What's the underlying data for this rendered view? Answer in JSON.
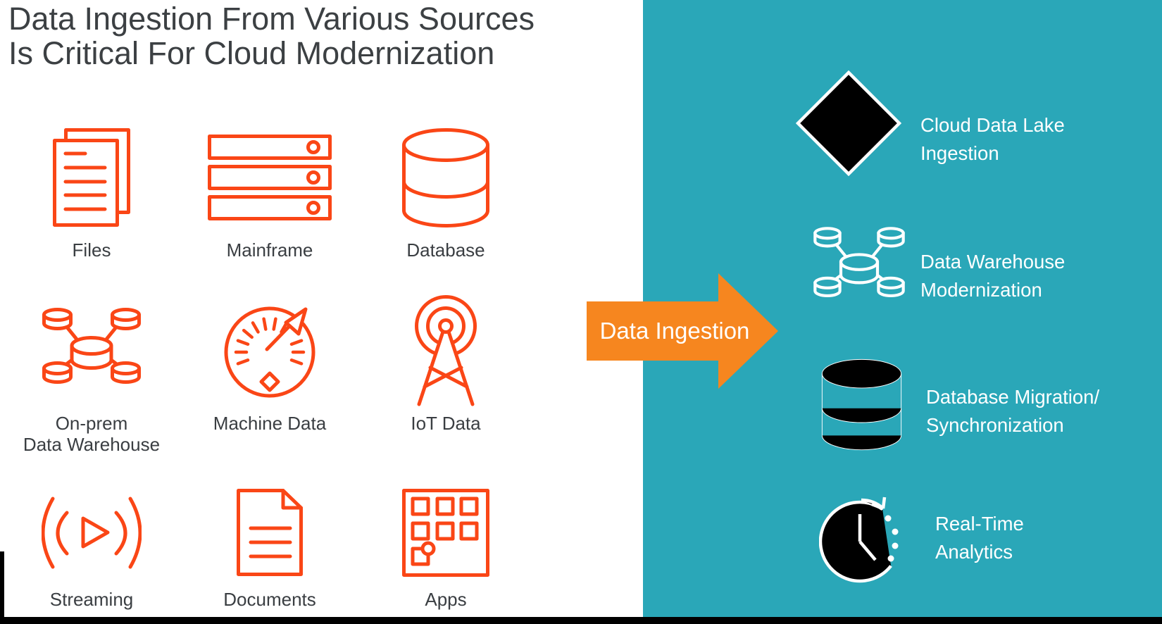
{
  "title": {
    "line1": "Data Ingestion From Various Sources",
    "line2": "Is Critical For Cloud Modernization"
  },
  "sources": [
    {
      "name": "files",
      "lines": [
        "Files"
      ]
    },
    {
      "name": "mainframe",
      "lines": [
        "Mainframe"
      ]
    },
    {
      "name": "database",
      "lines": [
        "Database"
      ]
    },
    {
      "name": "on-prem-data-warehouse",
      "lines": [
        "On-prem",
        "Data Warehouse"
      ]
    },
    {
      "name": "machine-data",
      "lines": [
        "Machine Data"
      ]
    },
    {
      "name": "iot-data",
      "lines": [
        "IoT Data"
      ]
    },
    {
      "name": "streaming",
      "lines": [
        "Streaming"
      ]
    },
    {
      "name": "documents",
      "lines": [
        "Documents"
      ]
    },
    {
      "name": "apps",
      "lines": [
        "Apps"
      ]
    }
  ],
  "arrow": {
    "label": "Data Ingestion"
  },
  "destinations": [
    {
      "name": "cloud-data-lake-ingestion",
      "lines": [
        "Cloud Data Lake",
        "Ingestion"
      ]
    },
    {
      "name": "data-warehouse-modernization",
      "lines": [
        "Data Warehouse",
        "Modernization"
      ]
    },
    {
      "name": "database-migration-synchronization",
      "lines": [
        "Database Migration/",
        "Synchronization"
      ]
    },
    {
      "name": "real-time-analytics",
      "lines": [
        "Real-Time",
        "Analytics"
      ]
    }
  ],
  "colors": {
    "icon_orange": "#FA4616",
    "arrow_orange": "#F6861F",
    "teal": "#2AA7B8",
    "title_text": "#3C4043",
    "label_text": "#3A3E42",
    "panel_text": "#FFFFFF",
    "bar_black": "#000000"
  }
}
